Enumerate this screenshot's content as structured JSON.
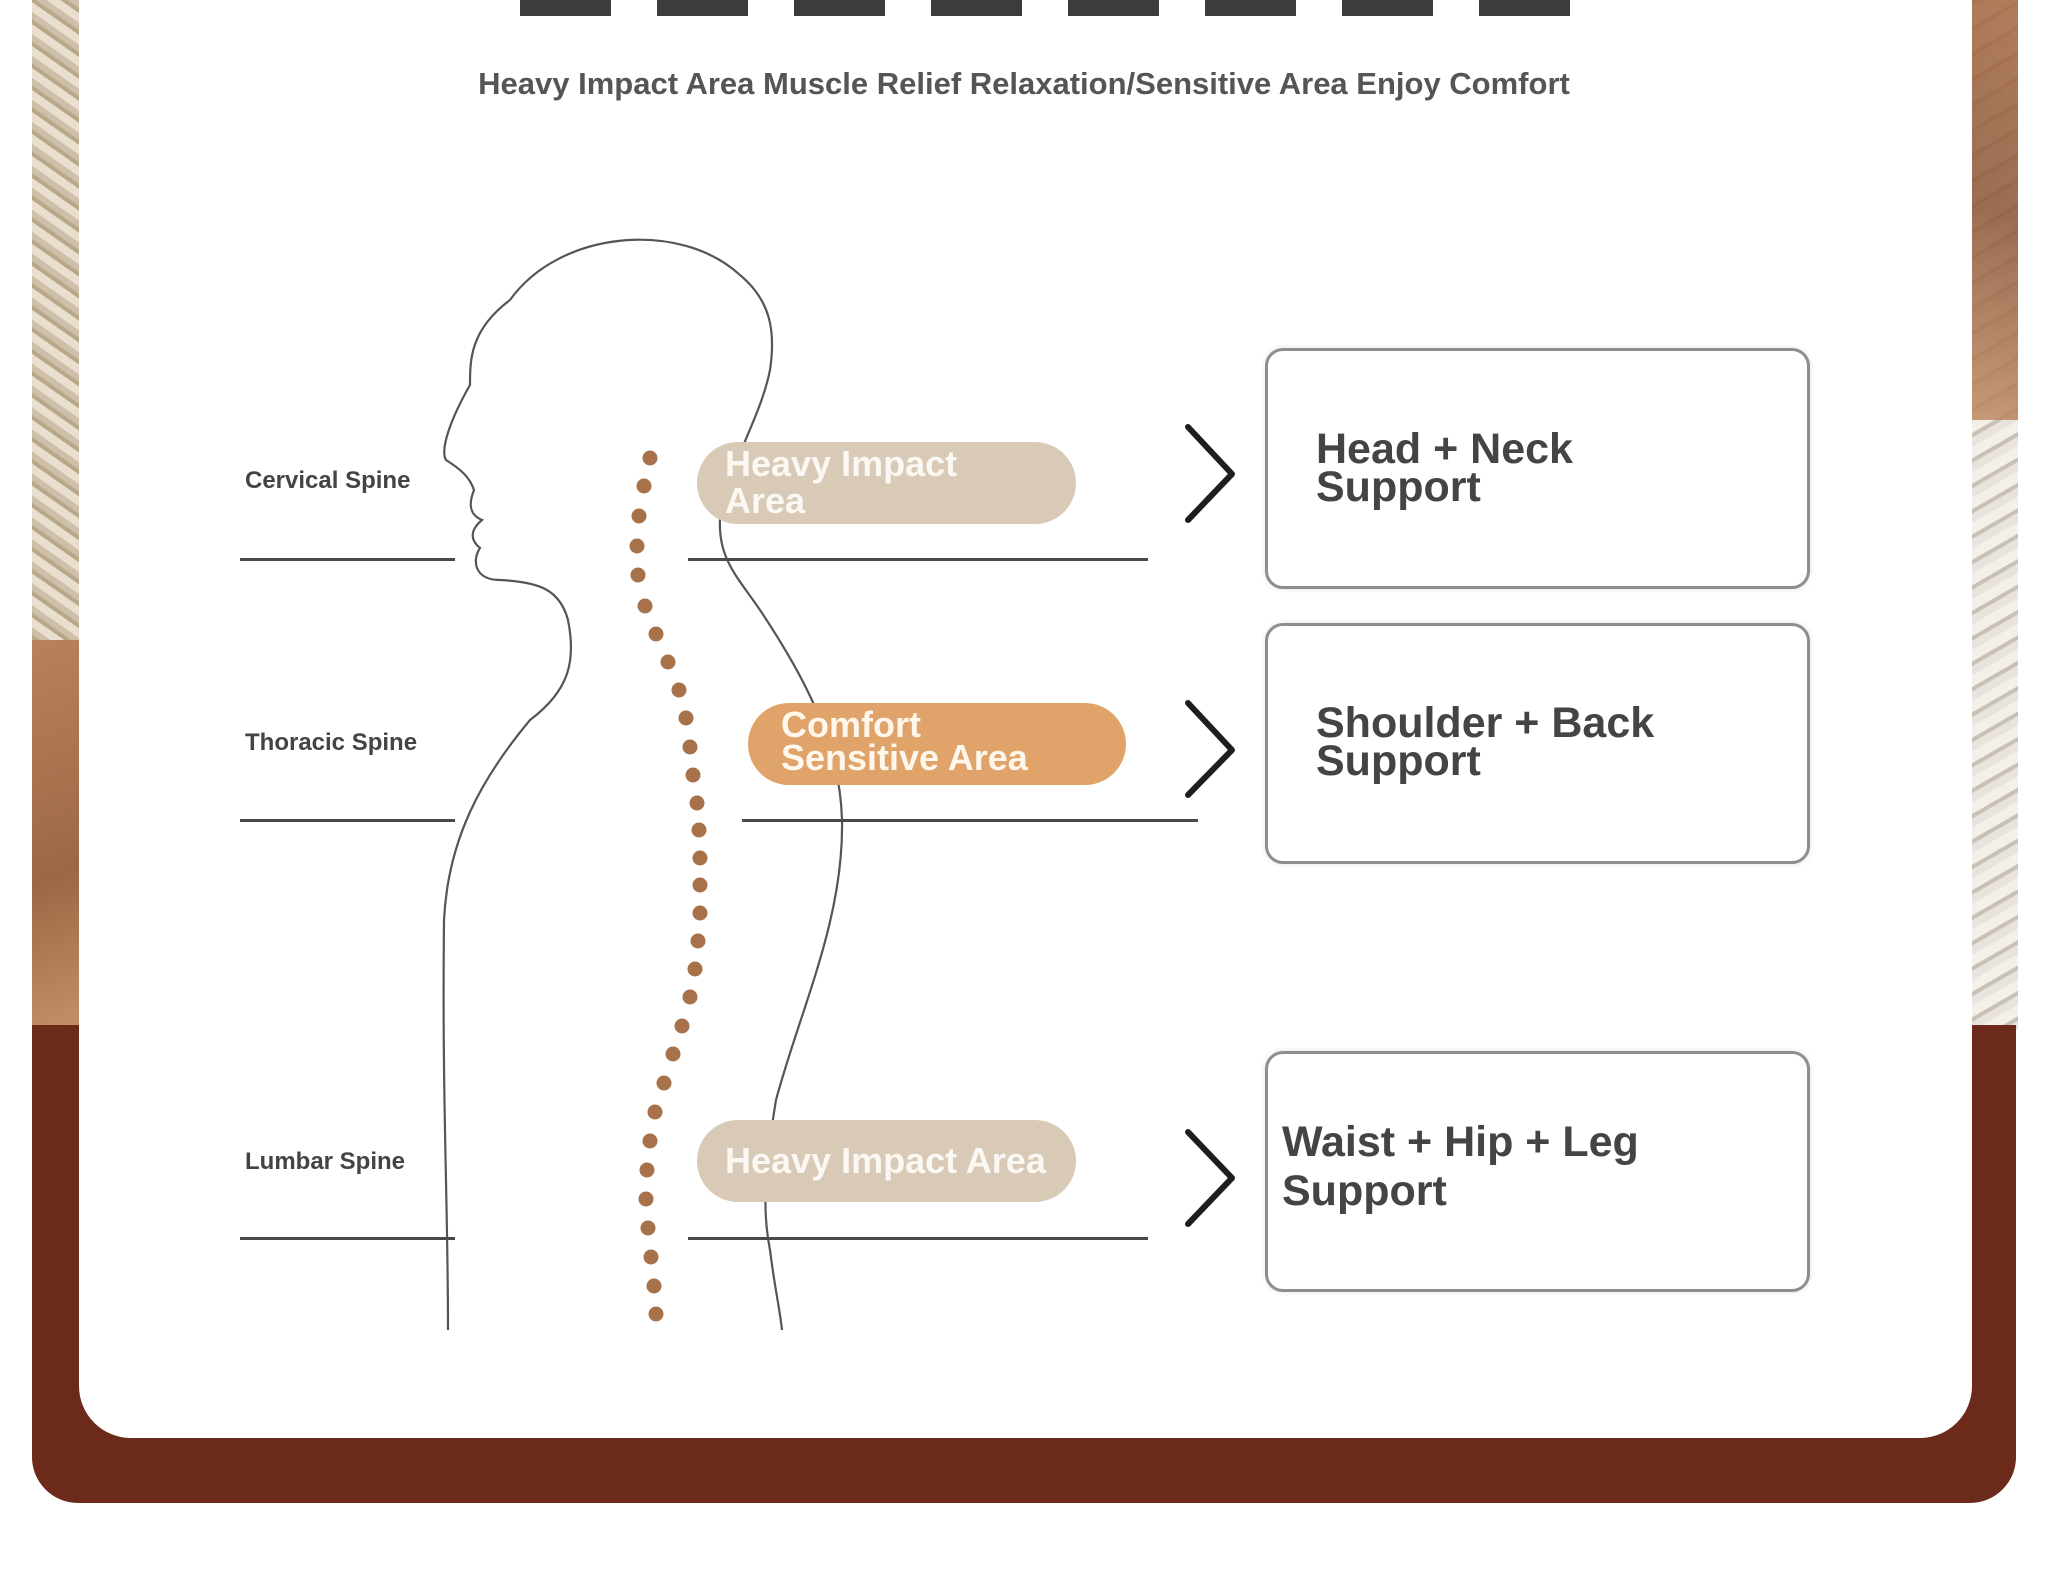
{
  "subtitle": "Heavy Impact Area Muscle Relief Relaxation/Sensitive Area Enjoy Comfort",
  "spine_labels": {
    "cervical": "Cervical Spine",
    "thoracic": "Thoracic Spine",
    "lumbar": "Lumbar Spine"
  },
  "zones": {
    "cervical_line1": "Heavy Impact",
    "cervical_line2": "Area",
    "thoracic_line1": "Comfort",
    "thoracic_line2": "Sensitive Area",
    "lumbar": "Heavy Impact Area"
  },
  "support": {
    "head_line1": "Head + Neck",
    "head_line2": "Support",
    "shoulder_line1": "Shoulder + Back",
    "shoulder_line2": "Support",
    "waist_line1": "Waist + Hip + Leg",
    "waist_line2": "Support"
  },
  "colors": {
    "footer": "#6b2a1a",
    "heavy_pill": "#d8cab7",
    "comfort_pill": "#e0a369",
    "spine_dots": "#a7724a"
  }
}
